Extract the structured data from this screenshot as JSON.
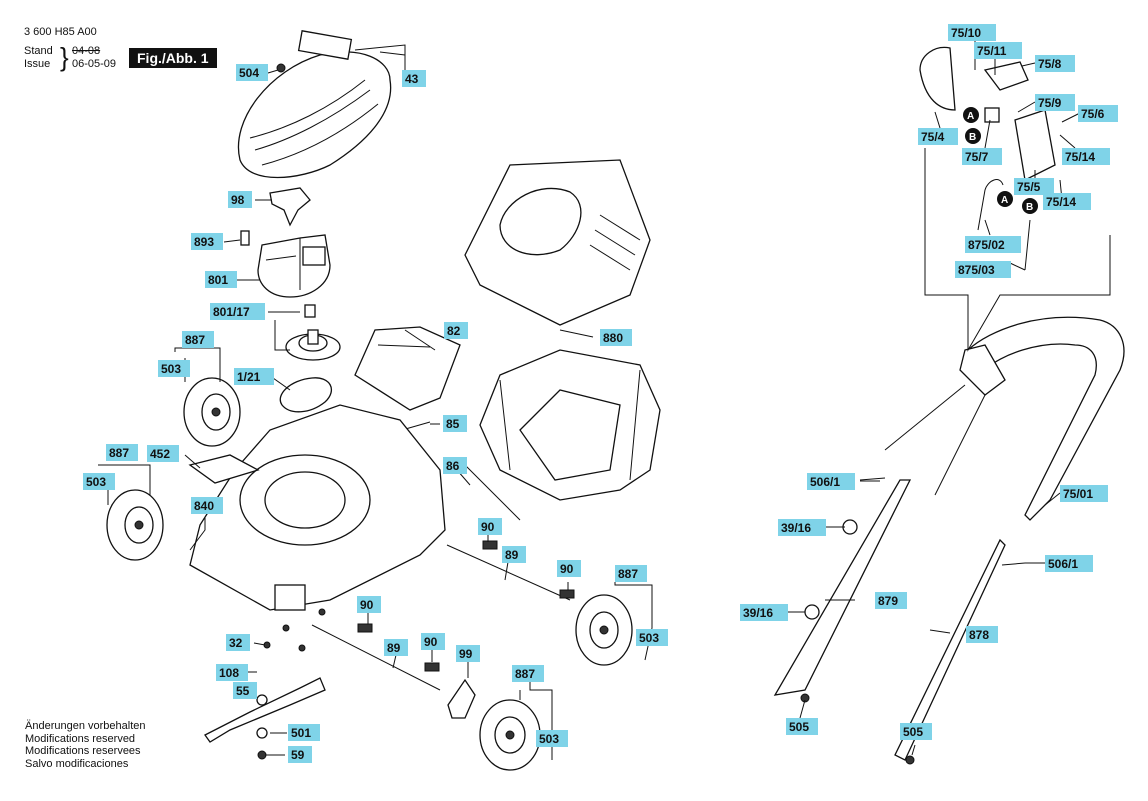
{
  "header": {
    "doc_number": "3 600 H85 A00",
    "stand_label": "Stand",
    "issue_label": "Issue",
    "old_date": "04-08",
    "new_date": "06-05-09",
    "figure": "Fig./Abb. 1"
  },
  "notes": [
    "Änderungen vorbehalten",
    "Modifications reserved",
    "Modifications reservees",
    "Salvo modificaciones"
  ],
  "callouts": [
    "43",
    "504",
    "98",
    "893",
    "801",
    "801/17",
    "82",
    "887",
    "503",
    "1/21",
    "85",
    "880",
    "452",
    "86",
    "887",
    "503",
    "840",
    "90",
    "89",
    "90",
    "887",
    "90",
    "503",
    "32",
    "89",
    "90",
    "99",
    "108",
    "55",
    "887",
    "501",
    "503",
    "59",
    "75/10",
    "75/11",
    "75/8",
    "75/9",
    "75/6",
    "75/4",
    "75/7",
    "75/14",
    "75/5",
    "75/14",
    "875/02",
    "875/03",
    "506/1",
    "75/01",
    "39/16",
    "506/1",
    "39/16",
    "879",
    "878",
    "505",
    "505"
  ],
  "markers": [
    "A",
    "B",
    "A",
    "B"
  ]
}
